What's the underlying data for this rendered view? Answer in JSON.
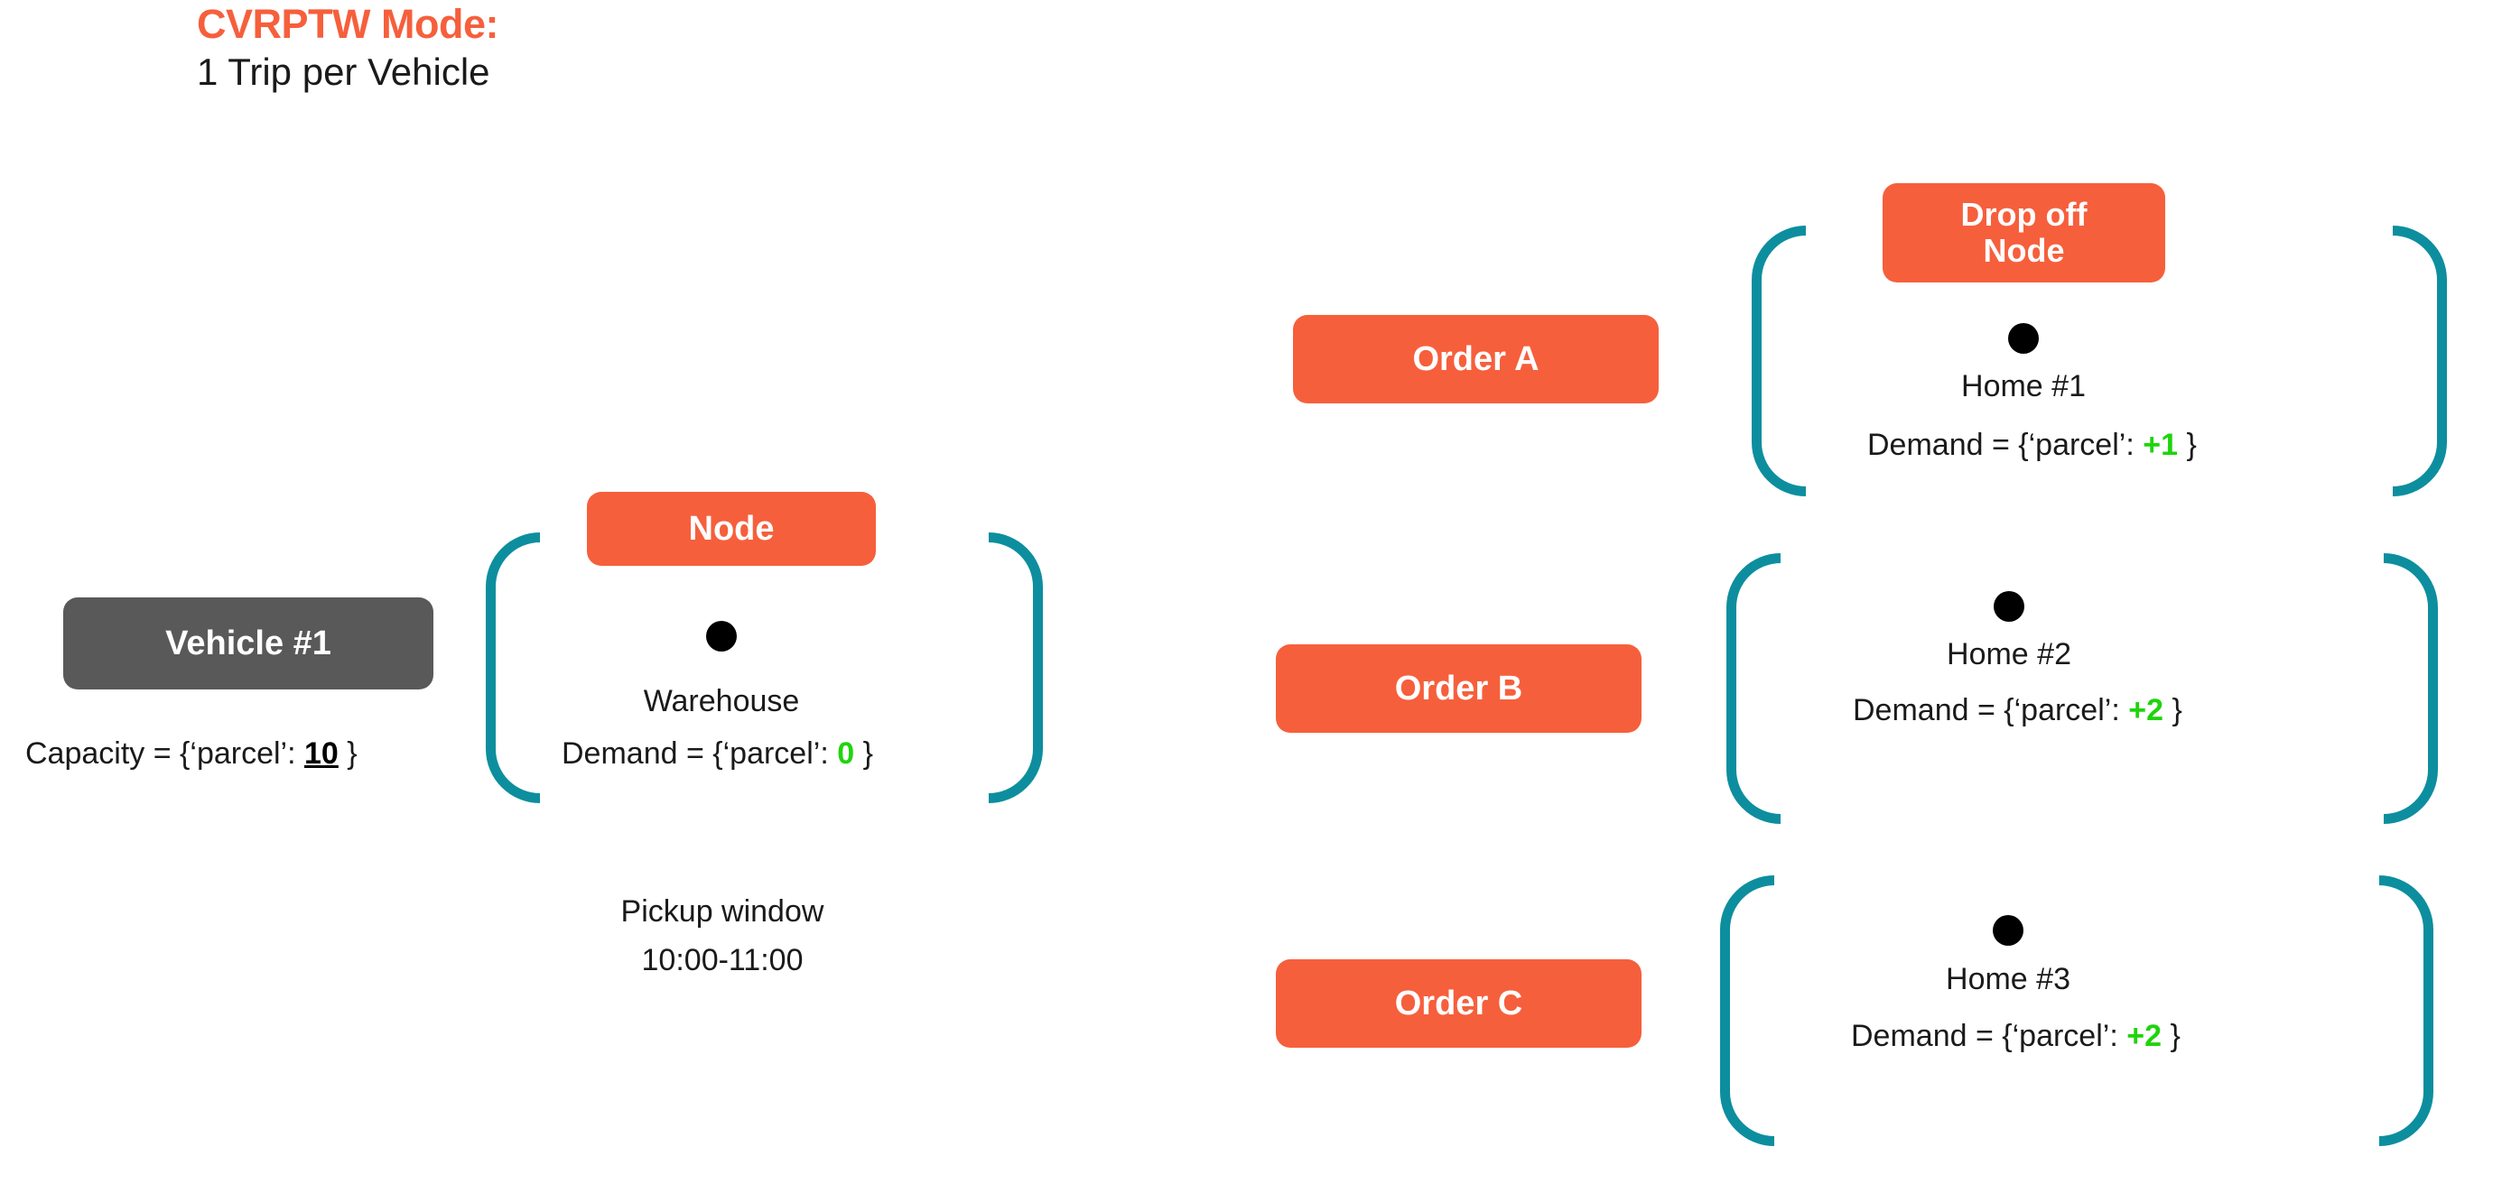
{
  "title": {
    "mode": "CVRPTW Mode:",
    "subtitle": "1 Trip per Vehicle"
  },
  "colors": {
    "accent_orange": "#F65F3C",
    "bracket_teal": "#0D8E9E",
    "vehicle_gray": "#595959",
    "value_green": "#1FD40B",
    "text_black": "#1a1a1a",
    "background": "#ffffff"
  },
  "vehicle": {
    "badge_label": "Vehicle #1",
    "capacity_prefix": "Capacity = {‘parcel’: ",
    "capacity_value": "10",
    "capacity_suffix": " }"
  },
  "pickup_group": {
    "node_badge_label": "Node",
    "dot_icon": "node-dot-icon",
    "node_name": "Warehouse",
    "demand_prefix": "Demand = {‘parcel’: ",
    "demand_value": "0",
    "demand_suffix": " }",
    "window_label": "Pickup window",
    "window_value": "10:00-11:00"
  },
  "orders": [
    {
      "badge_label": "Order A",
      "drop_badge_label": "Drop off\nNode",
      "drop_badge_line1": "Drop off",
      "drop_badge_line2": "Node",
      "dot_icon": "node-dot-icon",
      "node_name": "Home #1",
      "demand_prefix": "Demand = {‘parcel’: ",
      "demand_value": "+1",
      "demand_suffix": " }"
    },
    {
      "badge_label": "Order B",
      "dot_icon": "node-dot-icon",
      "node_name": "Home #2",
      "demand_prefix": "Demand = {‘parcel’: ",
      "demand_value": "+2",
      "demand_suffix": " }"
    },
    {
      "badge_label": "Order C",
      "dot_icon": "node-dot-icon",
      "node_name": "Home #3",
      "demand_prefix": "Demand = {‘parcel’: ",
      "demand_value": "+2",
      "demand_suffix": " }"
    }
  ]
}
